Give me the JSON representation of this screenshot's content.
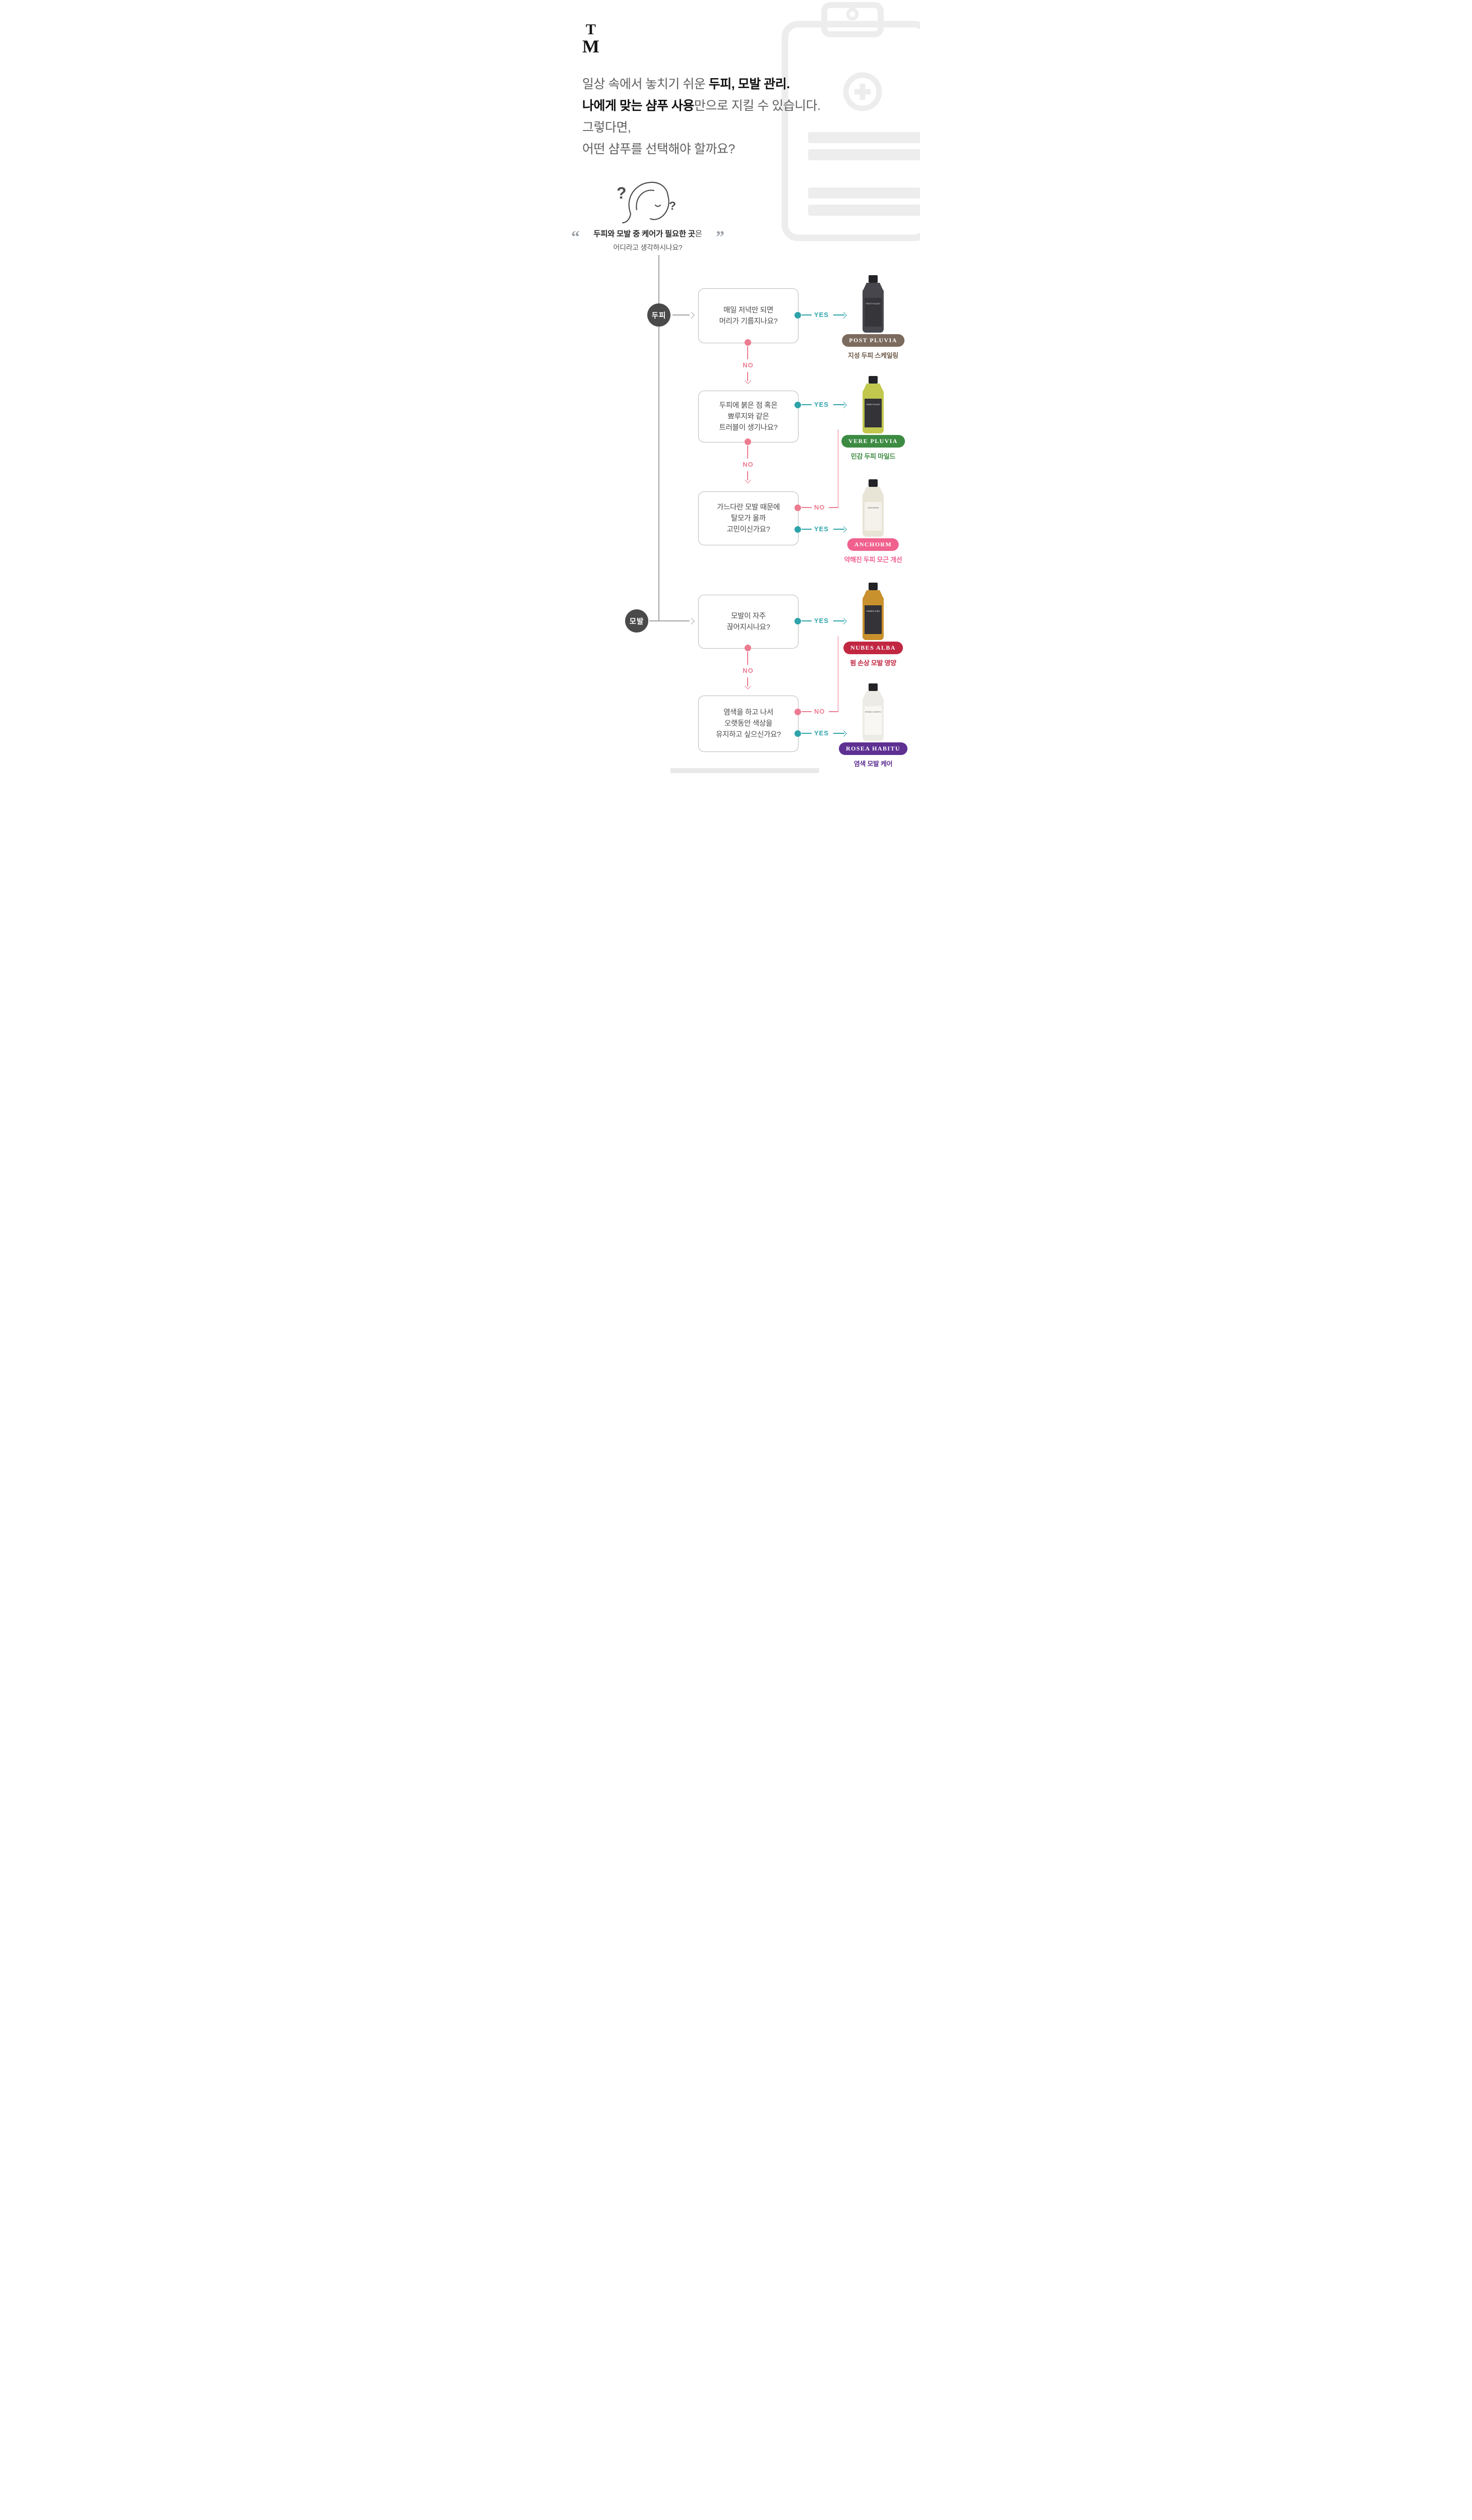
{
  "brand": {
    "logo_top": "T",
    "logo_bottom": "M"
  },
  "theme": {
    "yes": "#2ea3a9",
    "no": "#ec7b90",
    "line": "#a3a3a3",
    "node_bg": "#4a4a4a",
    "box_border": "#b9b9b9",
    "text_dark": "#4a4a4a",
    "watermark": "#ededed"
  },
  "intro": {
    "l1_normal": "일상 속에서 놓치기 쉬운 ",
    "l1_bold": "두피, 모발 관리.",
    "l2_bold": "나에게 맞는 샴푸 사용",
    "l2_normal": "만으로 지킬 수 있습니다.",
    "l3": "그렇다면,",
    "l4": "어떤 샴푸를 선택해야 할까요?"
  },
  "illustration": {
    "q_left": "?",
    "q_right": "?"
  },
  "quote": {
    "open": "“",
    "close": "”",
    "l1_bold": "두피와 모발 중 케어가 필요한 곳",
    "l1_tail": "은",
    "l2": "어디라고 생각하시나요?"
  },
  "flow": {
    "yes_label": "YES",
    "no_label": "NO",
    "branches": [
      {
        "label": "두피"
      },
      {
        "label": "모발"
      }
    ],
    "questions": [
      {
        "lines": [
          "매일 저녁만 되면",
          "머리가 기름지나요?"
        ]
      },
      {
        "lines": [
          "두피에 붉은 점 혹은",
          "뾰루지와 같은",
          "트러블이 생기나요?"
        ]
      },
      {
        "lines": [
          "가느다란 모발 때문에",
          "탈모가 올까",
          "고민이신가요?"
        ]
      },
      {
        "lines": [
          "모발이 자주",
          "끊어지시나요?"
        ]
      },
      {
        "lines": [
          "염색을 하고 나서",
          "오랫동안 색상을",
          "유지하고 싶으신가요?"
        ]
      }
    ],
    "products": [
      {
        "name": "POST PLUVIA",
        "desc": "지성 두피 스케일링",
        "badge_color": "#7b6b5e",
        "desc_color": "#6e5a49",
        "bottle_body": "#46464c",
        "bottle_label": "#35353a",
        "bottle_text": "#d6d6d6"
      },
      {
        "name": "VERE PLUVIA",
        "desc": "민감 두피 마일드",
        "badge_color": "#3d8b43",
        "desc_color": "#3d8b43",
        "bottle_body": "#c2c84e",
        "bottle_label": "#333338",
        "bottle_text": "#e9e9da"
      },
      {
        "name": "ANCHORM",
        "desc": "약해진 두피 모근 개선",
        "badge_color": "#f0618e",
        "desc_color": "#f0618e",
        "bottle_body": "#e8e4d6",
        "bottle_label": "#f4f2ea",
        "bottle_text": "#666666"
      },
      {
        "name": "NUBES ALBA",
        "desc": "펌 손상 모발 영양",
        "badge_color": "#c22742",
        "desc_color": "#c22742",
        "bottle_body": "#c9912d",
        "bottle_label": "#333338",
        "bottle_text": "#efe7d8"
      },
      {
        "name": "ROSEA HABITU",
        "desc": "염색 모발 케어",
        "badge_color": "#5e3092",
        "desc_color": "#5e3092",
        "bottle_body": "#edebe5",
        "bottle_label": "#f8f7f3",
        "bottle_text": "#666666"
      }
    ]
  }
}
